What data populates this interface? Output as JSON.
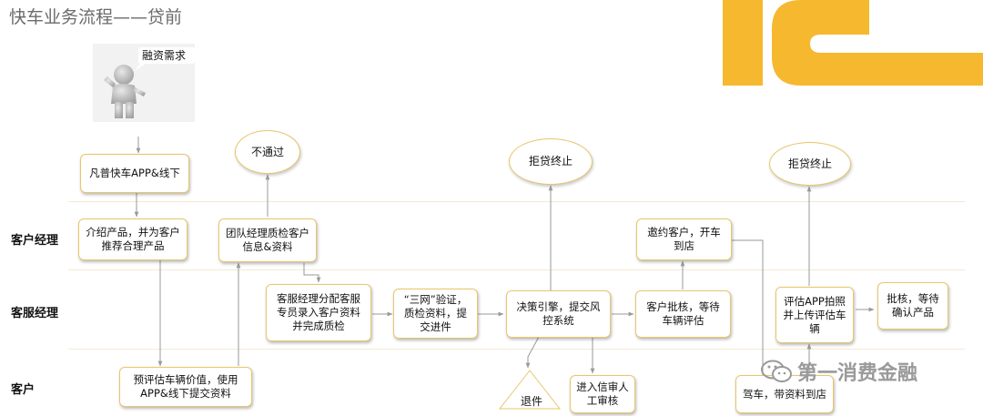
{
  "title": "快车业务流程——贷前",
  "lanes": [
    {
      "label": "客户经理"
    },
    {
      "label": "客服经理"
    },
    {
      "label": "客户"
    }
  ],
  "figure": {
    "speech": "融资需求"
  },
  "nodes": {
    "app_offline": "凡普快车APP&线下",
    "intro": "介绍产品，并为客户推荐合理产品",
    "reject": "不通过",
    "team_check": "团队经理质检客户信息&资料",
    "assign": "客服经理分配客服专员录入客户资料并完成质检",
    "verify": "“三网”验证，质检资料，提交进件",
    "decision": "决策引擎，提交风控系统",
    "refuse1": "拒贷终止",
    "withdraw": "退件",
    "manual": "进入信审人工审核",
    "invite": "邀约客户，开车到店",
    "approve_wait": "客户批核，等待车辆评估",
    "refuse2": "拒贷终止",
    "eval_app": "评估APP拍照并上传评估车辆",
    "confirm": "批核，等待确认产品",
    "drive": "驾车，带资料到店",
    "pre_eval": "预评估车辆价值，使用APP&线下提交资料"
  },
  "watermark": {
    "text": "第一消费金融",
    "icon": "wechat-icon"
  },
  "colors": {
    "brand": "#f6b82e",
    "box_border": "#e8c66a",
    "line": "#9a9a9a"
  }
}
